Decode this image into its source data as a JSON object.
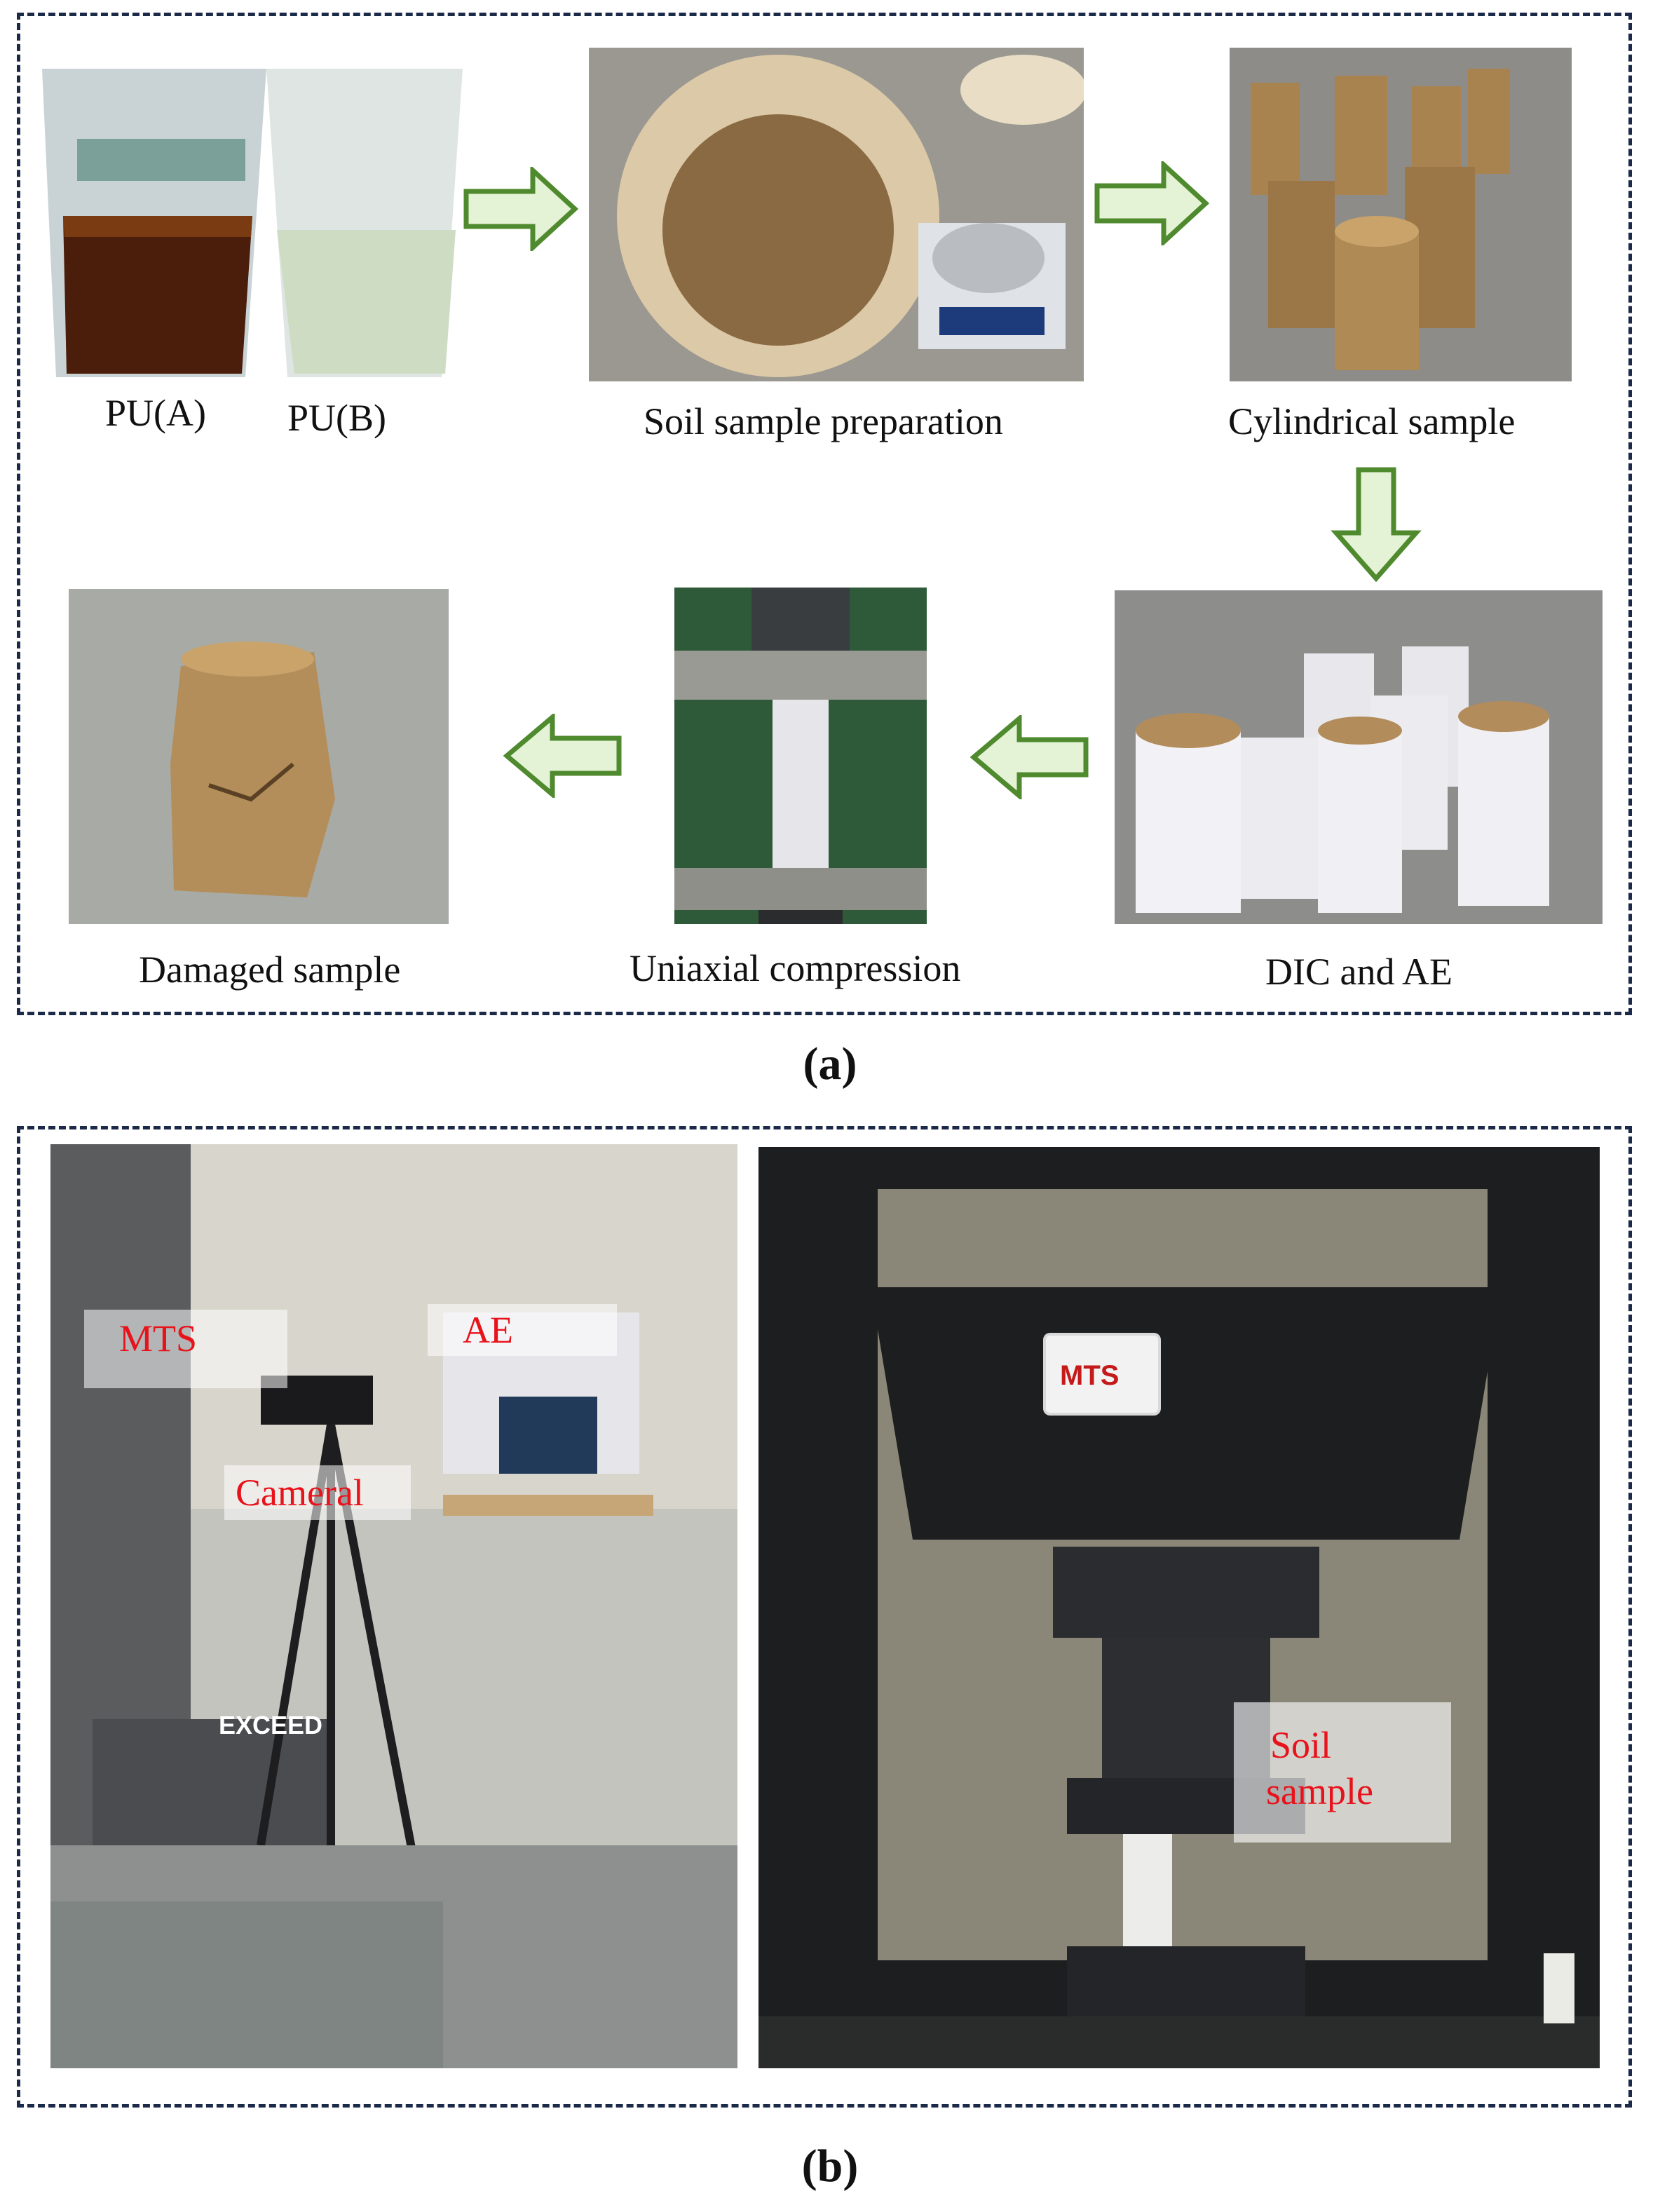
{
  "panel_a": {
    "captions": {
      "pu_a": "PU(A)",
      "pu_b": "PU(B)",
      "soil_prep": "Soil sample preparation",
      "cylindrical": "Cylindrical sample",
      "dic_ae": "DIC and AE",
      "uniaxial": "Uniaxial compression",
      "damaged": "Damaged sample"
    },
    "label": "(a)"
  },
  "panel_b": {
    "labels": {
      "mts": "MTS",
      "ae": "AE",
      "camera": "Cameral",
      "soil_line1": "Soil",
      "soil_line2": "sample",
      "mts_logo": "MTS",
      "exceed_logo": "EXCEED"
    },
    "label": "(b)"
  },
  "colors": {
    "border": "#1c2a4a",
    "arrow_fill": "#e4f2d6",
    "arrow_stroke": "#4f8a2e",
    "annotation": "#e8121b"
  }
}
